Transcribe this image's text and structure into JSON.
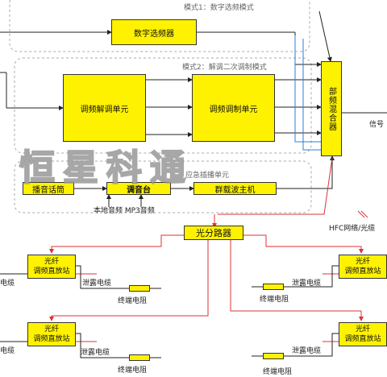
{
  "diagram": {
    "mode1_label": "模式1：数字选频模式",
    "mode2_label": "模式2：解调二次调制模式",
    "digital_selector": "数字选频器",
    "demod_unit": "调频解调单元",
    "mod_unit": "调频调制单元",
    "mixer": "部频混合器",
    "signal_label": "信号",
    "emergency_label": "应急插播单元",
    "mic": "播音话筒",
    "mixing_desk": "调音台",
    "carrier_host": "群载波主机",
    "local_audio": "本地音频 MP3音频",
    "splitter": "光分路器",
    "hfc_label": "HFC网络/光缆",
    "station": {
      "line1": "光纤",
      "line2": "调频直放站"
    },
    "leaky_cable": "泄露电缆",
    "terminal_resistor": "终端电阻",
    "cable_partial": "电缆",
    "watermark": "恒星科通"
  }
}
